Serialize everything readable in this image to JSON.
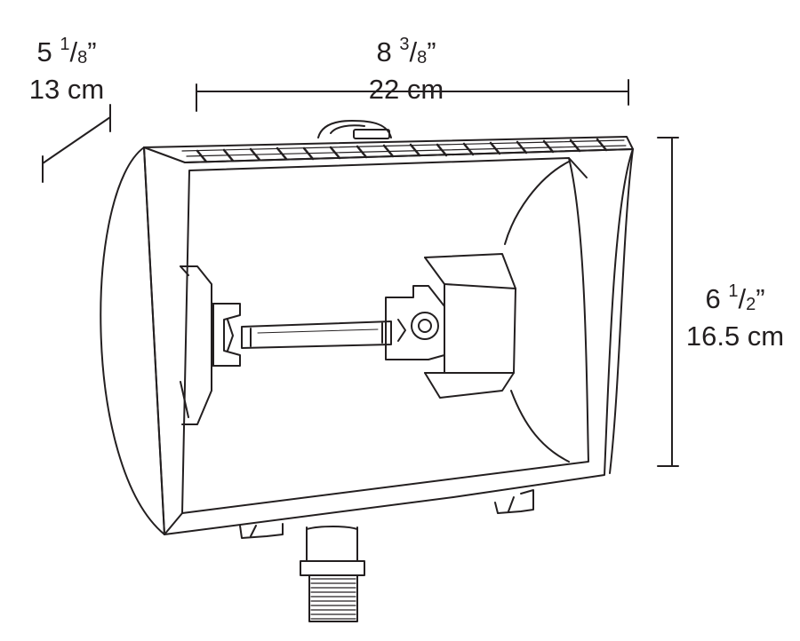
{
  "dimensions": {
    "depth": {
      "whole": "5",
      "num": "1",
      "den": "8",
      "inch_mark": "”",
      "metric": "13 cm"
    },
    "width": {
      "whole": "8",
      "num": "3",
      "den": "8",
      "inch_mark": "”",
      "metric": "22 cm"
    },
    "height": {
      "whole": "6",
      "num": "1",
      "den": "2",
      "inch_mark": "”",
      "metric": "16.5 cm"
    }
  },
  "colors": {
    "line": "#231f20",
    "background": "#ffffff"
  }
}
